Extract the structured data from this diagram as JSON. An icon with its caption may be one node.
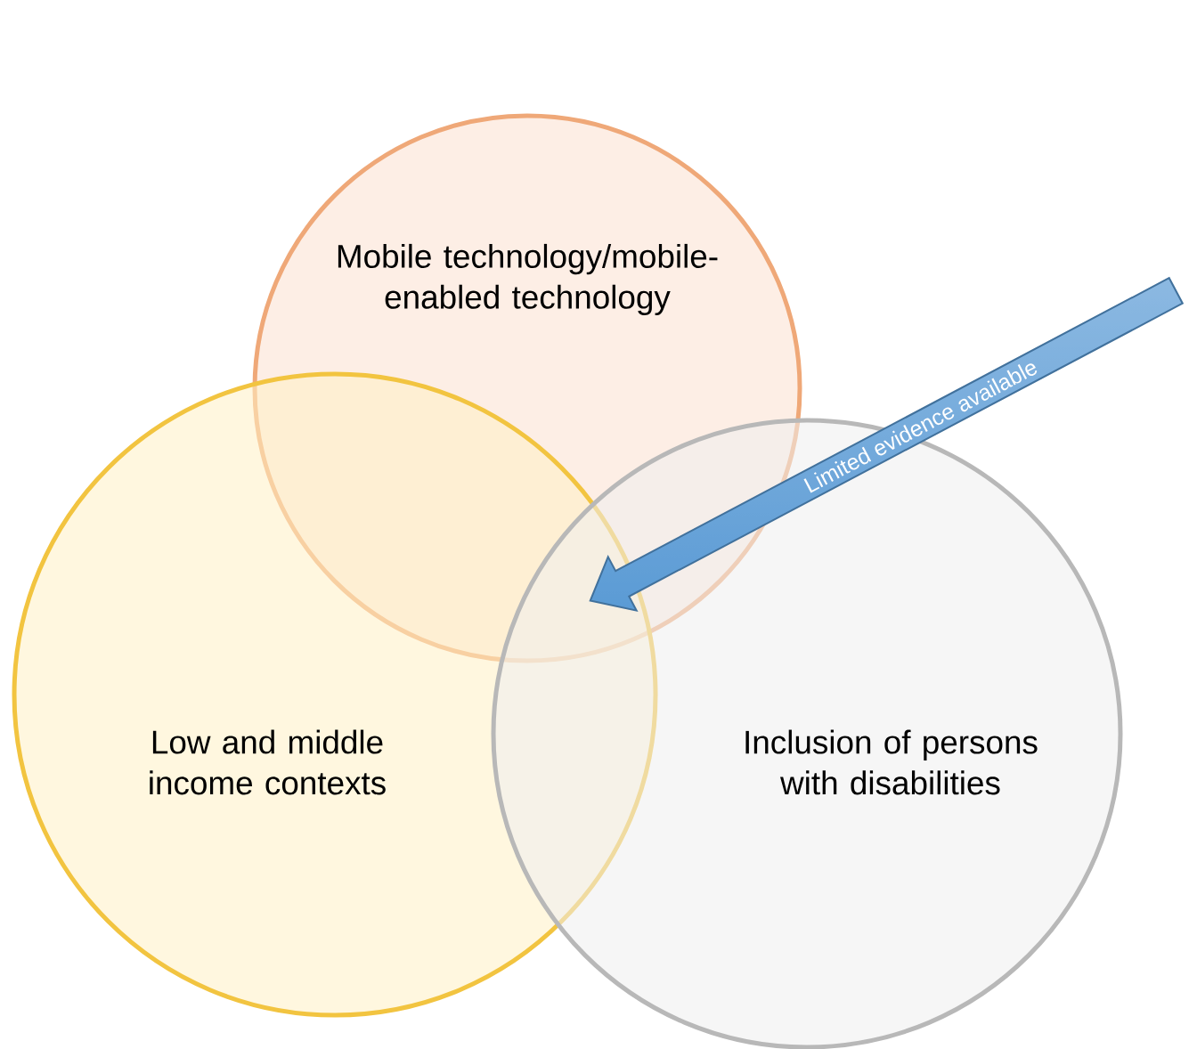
{
  "diagram": {
    "nodes": [
      {
        "text": [
          "Mobile technology/mobile-enabled technology"
        ]
      },
      {
        "text": [
          "Low and middle income contexts"
        ]
      },
      {
        "text": [
          "Inclusion of persons with disabilities"
        ]
      },
      {
        "text": [
          "Limited evidence available"
        ]
      }
    ]
  }
}
